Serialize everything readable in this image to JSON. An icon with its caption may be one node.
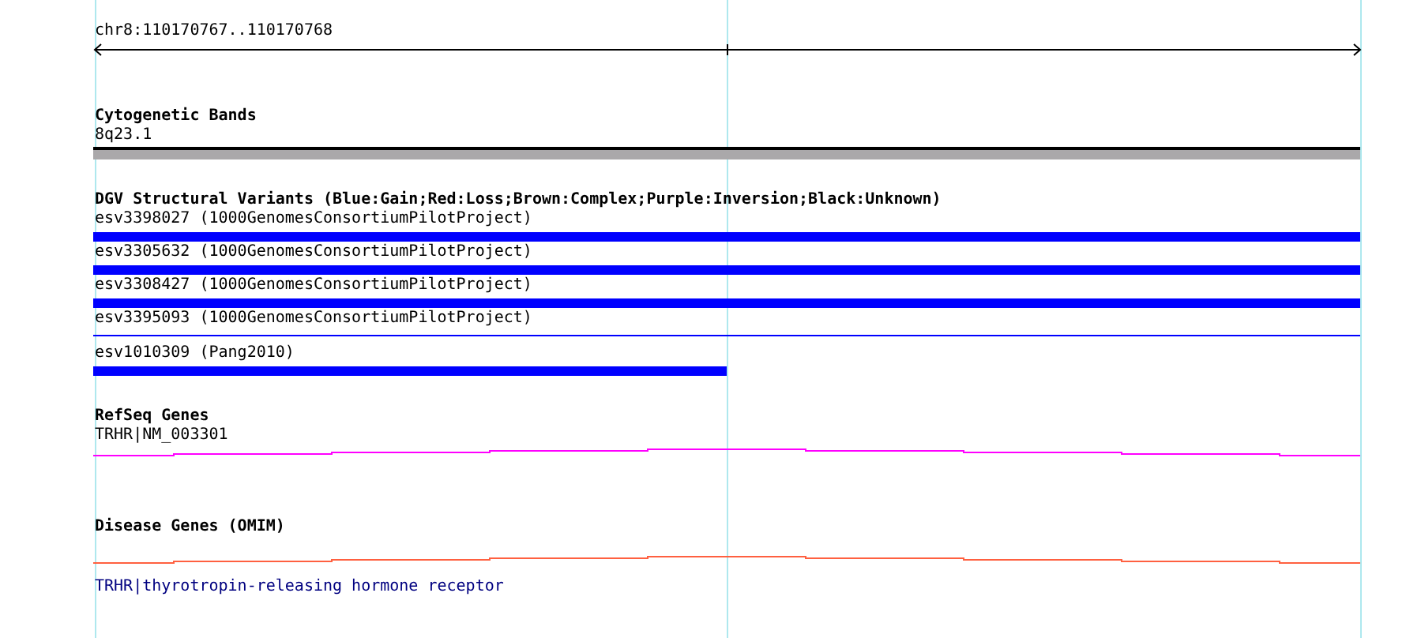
{
  "diagram": {
    "nodes": [
      {
        "text": [
          "8q23.1"
        ]
      },
      {
        "text": [
          "esv3398027 (1000GenomesConsortiumPilotProject)"
        ]
      },
      {
        "text": [
          "esv3305632 (1000GenomesConsortiumPilotProject)"
        ]
      },
      {
        "text": [
          "esv3308427 (1000GenomesConsortiumPilotProject)"
        ]
      },
      {
        "text": [
          "esv3395093 (1000GenomesConsortiumPilotProject)"
        ]
      },
      {
        "text": [
          "esv1010309 (Pang2010)"
        ]
      },
      {
        "text": [
          "TRHR|NM_003301"
        ]
      },
      {
        "text": [
          "TRHR|thyrotropin-releasing hormone receptor"
        ]
      }
    ],
    "edges": [],
    "labels": [
      "chr8:110170767..110170768",
      "Cytogenetic Bands",
      "DGV Structural Variants (Blue:Gain;Red:Loss;Brown:Complex;Purple:Inversion;Black:Unknown)",
      "RefSeq Genes",
      "Disease Genes (OMIM)"
    ]
  }
}
